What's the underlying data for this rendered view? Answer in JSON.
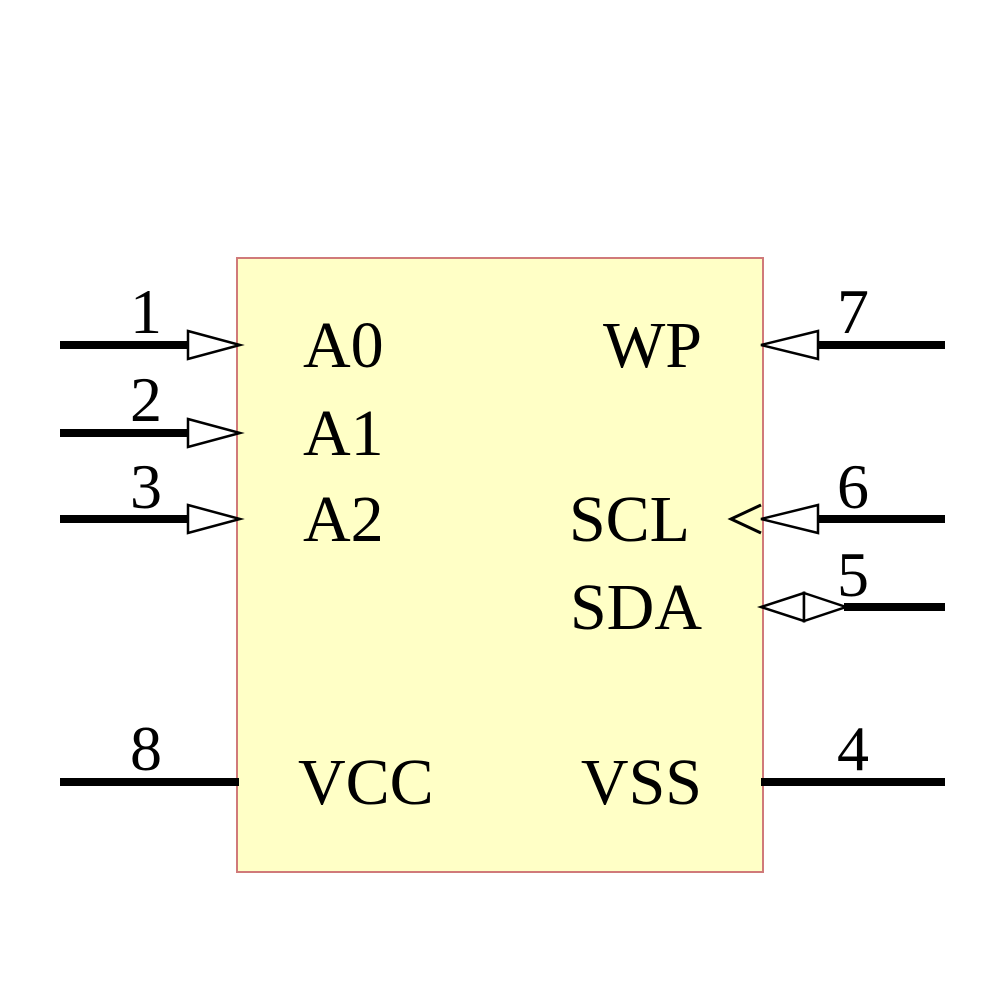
{
  "component": {
    "body_fill": "#FFFFC6",
    "body_border": "#D07A7A",
    "pin_color": "#000000",
    "pins": {
      "left": [
        {
          "number": "1",
          "name": "A0",
          "type": "input"
        },
        {
          "number": "2",
          "name": "A1",
          "type": "input"
        },
        {
          "number": "3",
          "name": "A2",
          "type": "input"
        },
        {
          "number": "8",
          "name": "VCC",
          "type": "power"
        }
      ],
      "right": [
        {
          "number": "7",
          "name": "WP",
          "type": "input"
        },
        {
          "number": "6",
          "name": "SCL",
          "type": "clock-input"
        },
        {
          "number": "5",
          "name": "SDA",
          "type": "bidirectional"
        },
        {
          "number": "4",
          "name": "VSS",
          "type": "power"
        }
      ]
    }
  }
}
